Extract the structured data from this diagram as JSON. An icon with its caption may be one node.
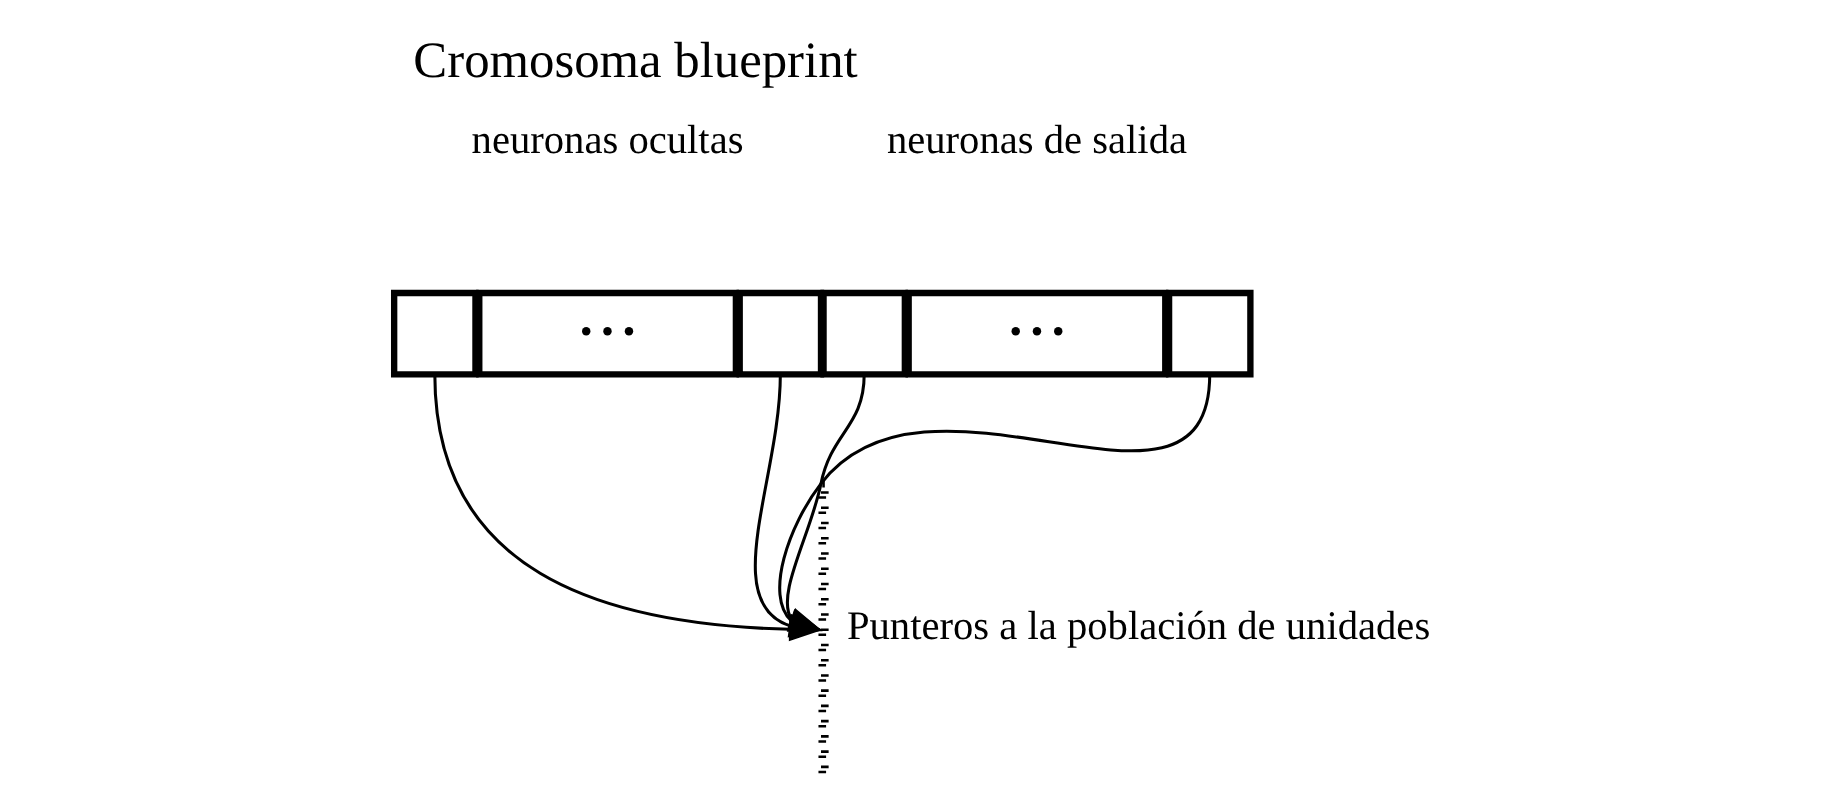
{
  "diagram": {
    "title": "Cromosoma blueprint",
    "nodes": [
      {
        "text": [],
        "shape": "box"
      },
      {
        "text": [
          "• • •"
        ]
      },
      {
        "text": [],
        "shape": "box"
      },
      {
        "text": [],
        "shape": "box"
      },
      {
        "text": [
          "• • •"
        ]
      },
      {
        "text": [],
        "shape": "box"
      },
      {
        "text": [],
        "shape": "bar",
        "beside": [
          "Punteros a la población de unidades"
        ]
      }
    ],
    "edges": [
      {
        "from": 5,
        "to": 6,
        "arrow": "to"
      },
      {
        "from": 3,
        "to": 6,
        "arrow": "to"
      },
      {
        "from": 2,
        "to": 6,
        "arrow": "to"
      },
      {
        "from": 0,
        "to": 6,
        "arrow": "to"
      }
    ],
    "labels": [
      "neuronas ocultas",
      "neuronas de salida"
    ]
  }
}
